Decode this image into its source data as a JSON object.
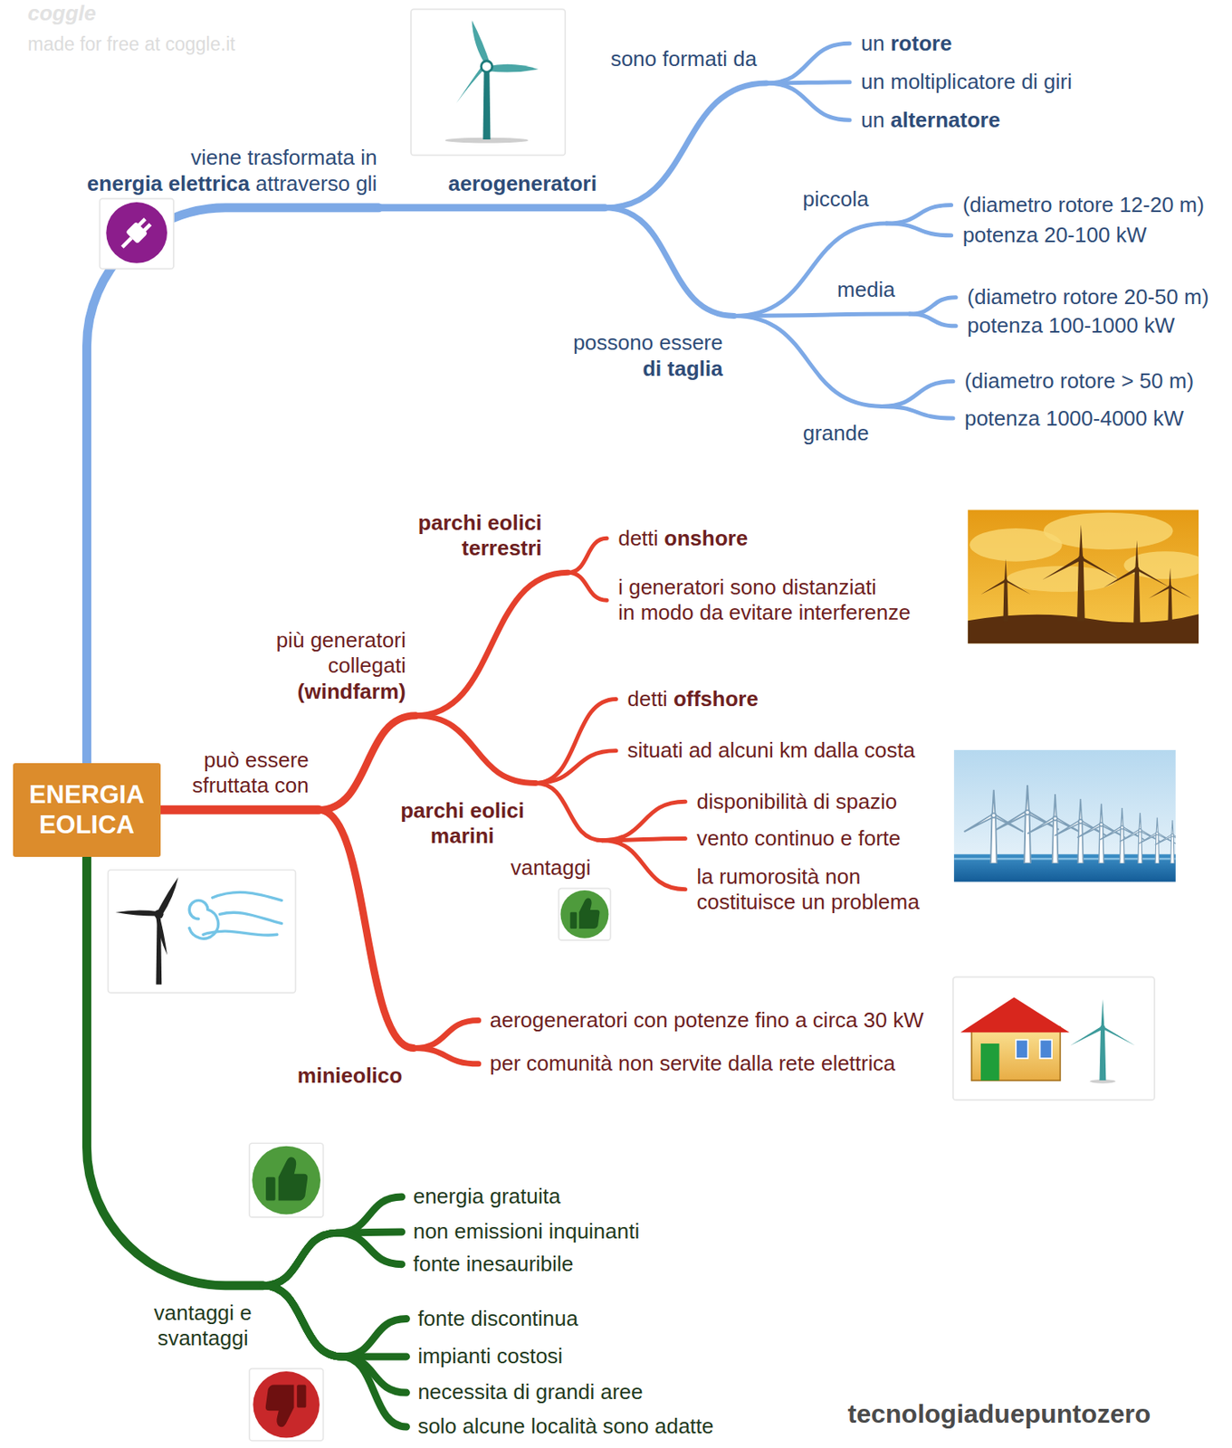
{
  "diagram": {
    "nodes": [
      {
        "text": [
          "ENERGIA EOLICA"
        ]
      },
      {
        "text": [
          "viene trasformata in energia elettrica attraverso gli"
        ]
      },
      {
        "text": [
          "aerogeneratori"
        ]
      },
      {
        "text": [
          "sono formati da"
        ]
      },
      {
        "text": [
          "un rotore"
        ]
      },
      {
        "text": [
          "un moltiplicatore di giri"
        ]
      },
      {
        "text": [
          "un alternatore"
        ]
      },
      {
        "text": [
          "possono essere di taglia"
        ]
      },
      {
        "text": [
          "piccola"
        ]
      },
      {
        "text": [
          "(diametro rotore 12-20 m)"
        ]
      },
      {
        "text": [
          "potenza 20-100 kW"
        ]
      },
      {
        "text": [
          "media"
        ]
      },
      {
        "text": [
          "(diametro rotore 20-50 m)"
        ]
      },
      {
        "text": [
          "potenza 100-1000 kW"
        ]
      },
      {
        "text": [
          "grande"
        ]
      },
      {
        "text": [
          "(diametro rotore > 50 m)"
        ]
      },
      {
        "text": [
          "potenza 1000-4000 kW"
        ]
      },
      {
        "text": [
          "può essere sfruttata con"
        ]
      },
      {
        "text": [
          "più generatori collegati (windfarm)"
        ]
      },
      {
        "text": [
          "parchi eolici terrestri"
        ]
      },
      {
        "text": [
          "detti onshore"
        ]
      },
      {
        "text": [
          "i generatori sono distanziati in modo da evitare interferenze"
        ]
      },
      {
        "text": [
          "parchi eolici marini"
        ]
      },
      {
        "text": [
          "detti offshore"
        ]
      },
      {
        "text": [
          "situati ad alcuni km dalla costa"
        ]
      },
      {
        "text": [
          "vantaggi"
        ]
      },
      {
        "text": [
          "disponibilità di spazio"
        ]
      },
      {
        "text": [
          "vento continuo e forte"
        ]
      },
      {
        "text": [
          "la rumorosità non costituisce un problema"
        ]
      },
      {
        "text": [
          "minieolico"
        ]
      },
      {
        "text": [
          "aerogeneratori con potenze fino a circa 30 kW"
        ]
      },
      {
        "text": [
          "per comunità non servite dalla rete elettrica"
        ]
      },
      {
        "text": [
          "vantaggi e svantaggi"
        ]
      },
      {
        "text": [
          "energia gratuita"
        ]
      },
      {
        "text": [
          "non emissioni inquinanti"
        ]
      },
      {
        "text": [
          "fonte inesauribile"
        ]
      },
      {
        "text": [
          "fonte discontinua"
        ]
      },
      {
        "text": [
          "impianti costosi"
        ]
      },
      {
        "text": [
          "necessita di grandi aree"
        ]
      },
      {
        "text": [
          "solo alcune località sono adatte"
        ]
      }
    ],
    "edges": [
      {
        "from": 0,
        "to": 1,
        "arrow": "none"
      },
      {
        "from": 1,
        "to": 2,
        "arrow": "none"
      },
      {
        "from": 2,
        "to": 3,
        "arrow": "none"
      },
      {
        "from": 3,
        "to": 4,
        "arrow": "none"
      },
      {
        "from": 3,
        "to": 5,
        "arrow": "none"
      },
      {
        "from": 3,
        "to": 6,
        "arrow": "none"
      },
      {
        "from": 2,
        "to": 7,
        "arrow": "none"
      },
      {
        "from": 7,
        "to": 8,
        "arrow": "none"
      },
      {
        "from": 8,
        "to": 9,
        "arrow": "none"
      },
      {
        "from": 8,
        "to": 10,
        "arrow": "none"
      },
      {
        "from": 7,
        "to": 11,
        "arrow": "none"
      },
      {
        "from": 11,
        "to": 12,
        "arrow": "none"
      },
      {
        "from": 11,
        "to": 13,
        "arrow": "none"
      },
      {
        "from": 7,
        "to": 14,
        "arrow": "none"
      },
      {
        "from": 14,
        "to": 15,
        "arrow": "none"
      },
      {
        "from": 14,
        "to": 16,
        "arrow": "none"
      },
      {
        "from": 0,
        "to": 17,
        "arrow": "none"
      },
      {
        "from": 17,
        "to": 18,
        "arrow": "none"
      },
      {
        "from": 18,
        "to": 19,
        "arrow": "none"
      },
      {
        "from": 19,
        "to": 20,
        "arrow": "none"
      },
      {
        "from": 19,
        "to": 21,
        "arrow": "none"
      },
      {
        "from": 18,
        "to": 22,
        "arrow": "none"
      },
      {
        "from": 22,
        "to": 23,
        "arrow": "none"
      },
      {
        "from": 22,
        "to": 24,
        "arrow": "none"
      },
      {
        "from": 22,
        "to": 25,
        "arrow": "none"
      },
      {
        "from": 25,
        "to": 26,
        "arrow": "none"
      },
      {
        "from": 25,
        "to": 27,
        "arrow": "none"
      },
      {
        "from": 25,
        "to": 28,
        "arrow": "none"
      },
      {
        "from": 17,
        "to": 29,
        "arrow": "none"
      },
      {
        "from": 29,
        "to": 30,
        "arrow": "none"
      },
      {
        "from": 29,
        "to": 31,
        "arrow": "none"
      },
      {
        "from": 0,
        "to": 32,
        "arrow": "none"
      },
      {
        "from": 32,
        "to": 33,
        "arrow": "none"
      },
      {
        "from": 32,
        "to": 34,
        "arrow": "none"
      },
      {
        "from": 32,
        "to": 35,
        "arrow": "none"
      },
      {
        "from": 32,
        "to": 36,
        "arrow": "none"
      },
      {
        "from": 32,
        "to": 37,
        "arrow": "none"
      },
      {
        "from": 32,
        "to": 38,
        "arrow": "none"
      },
      {
        "from": 32,
        "to": 39,
        "arrow": "none"
      }
    ],
    "labels": [
      "coggle",
      "made for free at coggle.it",
      "tecnologiaduepuntozero"
    ]
  }
}
